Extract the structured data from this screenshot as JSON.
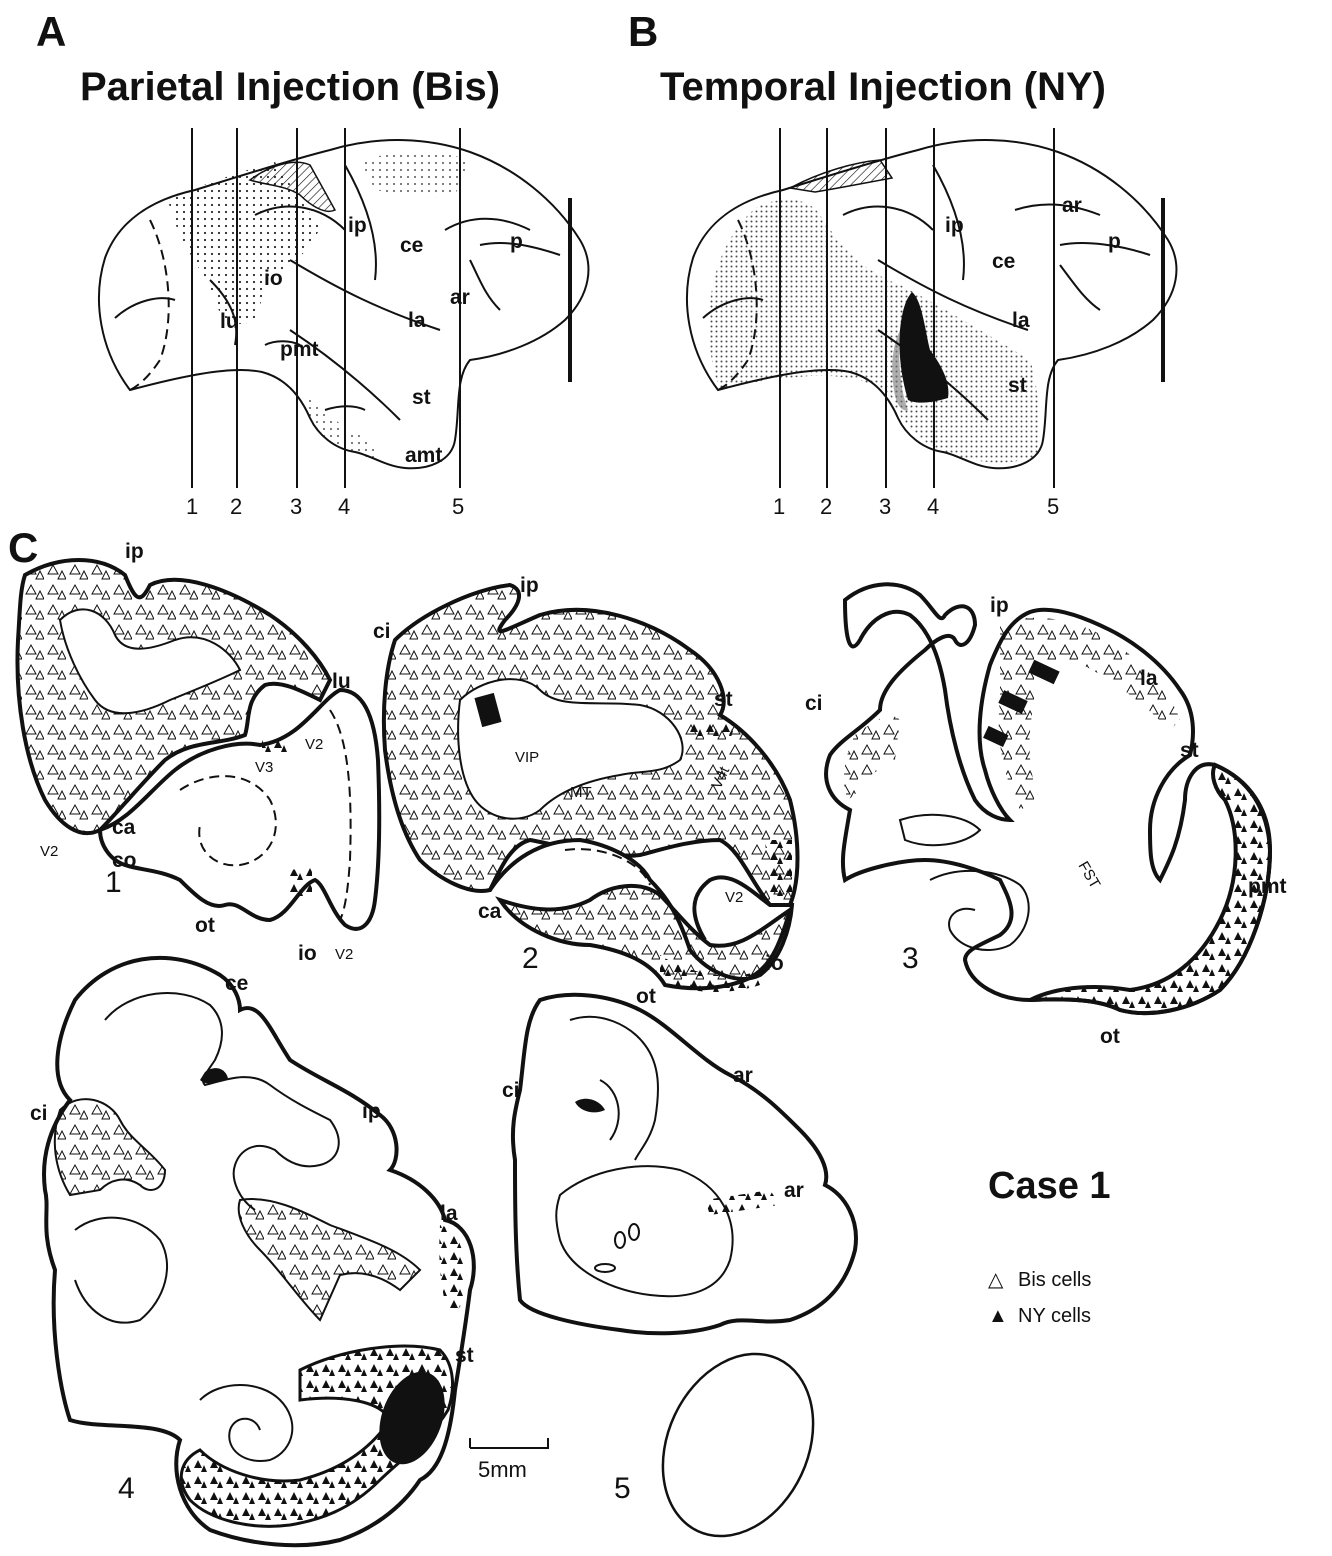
{
  "panels": {
    "a": {
      "letter": "A",
      "title": "Parietal Injection (Bis)",
      "sulci": [
        "ip",
        "ce",
        "p",
        "io",
        "ar",
        "lu",
        "la",
        "pmt",
        "st",
        "amt"
      ],
      "section_numbers": [
        "1",
        "2",
        "3",
        "4",
        "5"
      ]
    },
    "b": {
      "letter": "B",
      "title": "Temporal Injection (NY)",
      "sulci": [
        "ar",
        "ip",
        "p",
        "ce",
        "la",
        "st"
      ],
      "section_numbers": [
        "1",
        "2",
        "3",
        "4",
        "5"
      ]
    },
    "c": {
      "letter": "C",
      "sections": [
        {
          "number": "1",
          "labels": [
            "ip",
            "lu",
            "V2",
            "V3",
            "ca",
            "V2",
            "co",
            "ot",
            "io",
            "V2"
          ]
        },
        {
          "number": "2",
          "labels": [
            "ci",
            "ip",
            "st",
            "VIP",
            "MT",
            "V4t",
            "V2",
            "ca",
            "ot",
            "io"
          ]
        },
        {
          "number": "3",
          "labels": [
            "ip",
            "ci",
            "la",
            "st",
            "FST",
            "pmt",
            "ot"
          ]
        },
        {
          "number": "4",
          "labels": [
            "ce",
            "ci",
            "ip",
            "la",
            "st"
          ]
        },
        {
          "number": "5",
          "labels": [
            "ci",
            "ar",
            "ar"
          ]
        }
      ]
    }
  },
  "case_label": "Case 1",
  "scale_bar": "5mm",
  "legend": {
    "bis": {
      "symbol": "△",
      "label": "Bis cells"
    },
    "ny": {
      "symbol": "▲",
      "label": "NY cells"
    }
  }
}
